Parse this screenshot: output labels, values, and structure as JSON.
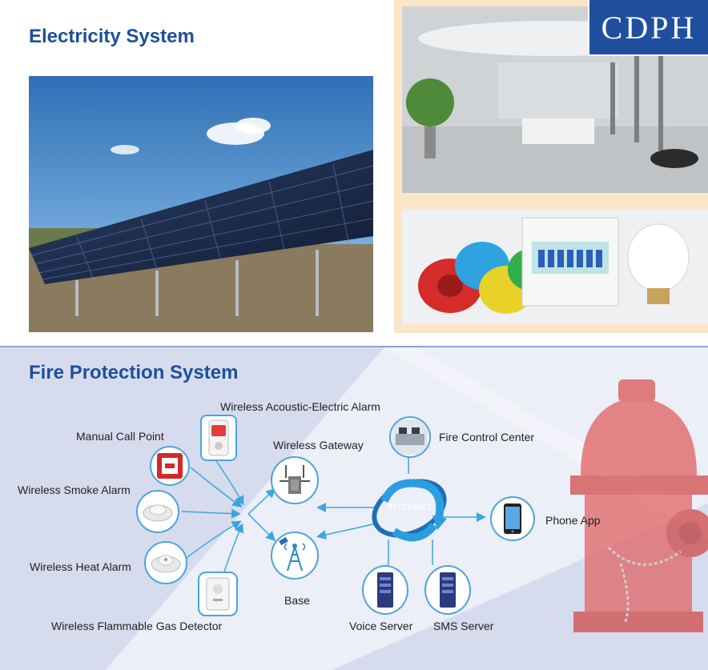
{
  "logo": "CDPH",
  "electricity": {
    "title": "Electricity System"
  },
  "fire": {
    "title": "Fire Protection System",
    "devices": {
      "acoustic_alarm": "Wireless Acoustic-Electric Alarm",
      "manual_call_point": "Manual Call Point",
      "smoke_alarm": "Wireless Smoke Alarm",
      "heat_alarm": "Wireless Heat Alarm",
      "gas_detector": "Wireless Flammable Gas Detector",
      "gateway": "Wireless Gateway",
      "base": "Base",
      "fire_control_center": "Fire Control Center",
      "internet": "INTERNET",
      "phone_app": "Phone App",
      "voice_server": "Voice Server",
      "sms_server": "SMS Server"
    }
  },
  "colors": {
    "title_blue": "#1d4f9c",
    "link_blue": "#3aa6e0",
    "logo_blue": "#1f4f9e",
    "panel_beige": "#fbe6c8"
  }
}
